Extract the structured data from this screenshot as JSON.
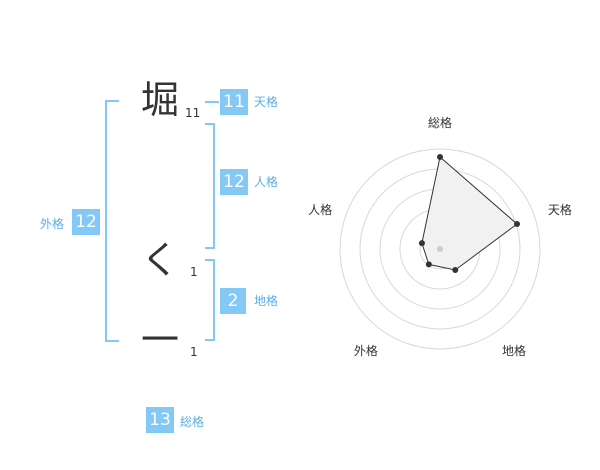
{
  "characters": [
    {
      "char": "堀",
      "strokes": "11"
    },
    {
      "char": "く",
      "strokes": "1"
    },
    {
      "char": "一",
      "strokes": "1"
    }
  ],
  "ten": {
    "value": "11",
    "label": "天格"
  },
  "jin": {
    "value": "12",
    "label": "人格"
  },
  "chi": {
    "value": "2",
    "label": "地格"
  },
  "gai": {
    "value": "12",
    "label": "外格"
  },
  "sou": {
    "value": "13",
    "label": "総格"
  },
  "colors": {
    "accent": "#84c9f5",
    "label": "#5aaee8",
    "text": "#333333"
  },
  "chart_data": {
    "type": "radar",
    "axes": [
      "総格",
      "天格",
      "地格",
      "外格",
      "人格"
    ],
    "values": [
      0.92,
      0.81,
      0.26,
      0.19,
      0.19
    ],
    "max": 1
  }
}
